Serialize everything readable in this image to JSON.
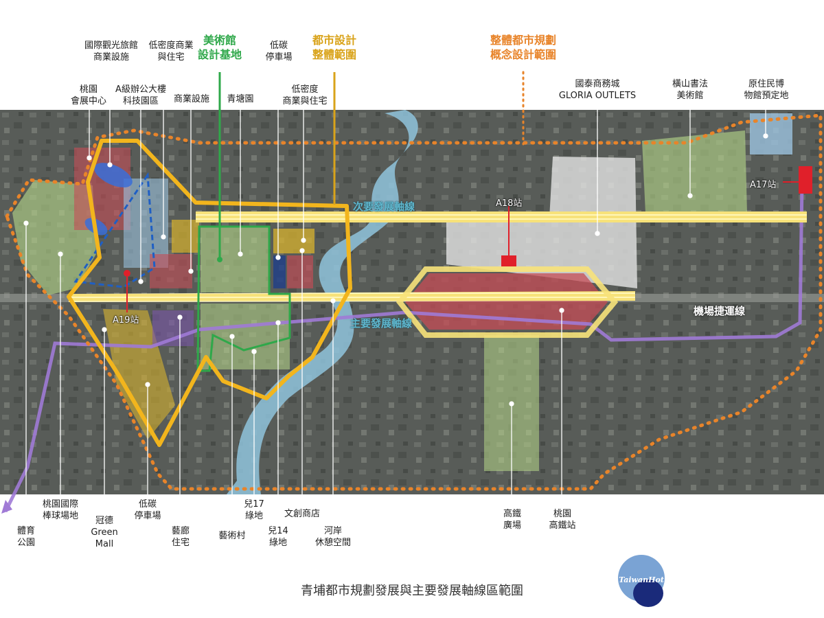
{
  "caption": "青埔都市規劃發展與主要發展軸線區範圍",
  "logo_text": "TaiwanHot",
  "colors": {
    "orange_boundary": "#e8842a",
    "gold_boundary": "#f2b51d",
    "green_boundary": "#2fa84a",
    "blue_dashed": "#1f5fc4",
    "mrt_line": "#a07ad6",
    "river": "#8fc3dc",
    "commercial_red": "#c64c56",
    "residential_yellow": "#d7b22e",
    "park_green": "#b8d98a"
  },
  "headers": {
    "art_museum_site": "美術館\n設計基地",
    "urban_design_scope": "都市設計\n整體範圍",
    "overall_planning_scope": "整體都市規劃\n概念設計範圍"
  },
  "top_labels": {
    "intl_hotel": "國際觀光旅館\n商業設施",
    "low_density_top": "低密度商業\n與住宅",
    "low_carbon_parking_top": "低碳\n停車場",
    "convention_center": "桃園\n會展中心",
    "office_tech_park": "A級辦公大樓\n科技園區",
    "commercial_facility": "商業設施",
    "qingtang_park": "青塘園",
    "low_density_right": "低密度\n商業與住宅",
    "cathay_gloria": "國泰商務城\nGLORIA OUTLETS",
    "calligraphy_museum": "橫山書法\n美術館",
    "indigenous_museum": "原住民博\n物館預定地"
  },
  "bottom_labels": {
    "sports_park": "體育\n公園",
    "baseball_stadium": "桃園國際\n棒球場地",
    "green_mall": "冠德\nGreen\nMall",
    "low_carbon_parking_bottom": "低碳\n停車場",
    "art_gallery_housing": "藝廊\n住宅",
    "art_village": "藝術村",
    "green_17": "兒17\n綠地",
    "green_14": "兒14\n綠地",
    "creative_shop": "文創商店",
    "riverside_rest": "河岸\n休憩空間",
    "hsr_plaza": "高鐵\n廣場",
    "taoyuan_hsr_station": "桃園\n高鐵站"
  },
  "stations": {
    "a17": "A17站",
    "a18": "A18站",
    "a19": "A19站"
  },
  "axes": {
    "secondary": "次要發展軸線",
    "primary": "主要發展軸線",
    "airport_mrt": "機場捷運線"
  }
}
